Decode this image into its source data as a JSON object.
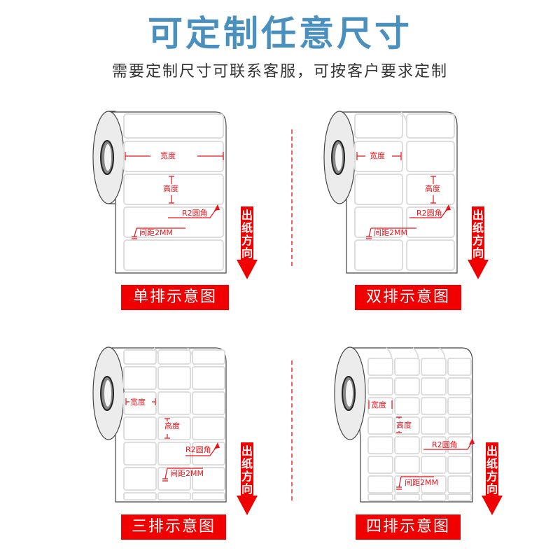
{
  "header": {
    "title": "可定制任意尺寸",
    "subtitle": "需要定制尺寸可联系客服，可按客户要求定制"
  },
  "colors": {
    "title": "#4a90bf",
    "accent_red": "#f00000",
    "annotation_red": "#e8141b",
    "divider": "#f06060"
  },
  "panels": [
    {
      "id": "single",
      "columns": 1,
      "caption": "单排示意图",
      "width_label": "宽度",
      "height_label": "高度",
      "corner_label": "R2圆角",
      "gap_label": "间距2MM",
      "direction_label": [
        "出",
        "纸",
        "方",
        "向"
      ]
    },
    {
      "id": "double",
      "columns": 2,
      "caption": "双排示意图",
      "width_label": "宽度",
      "height_label": "高度",
      "corner_label": "R2圆角",
      "gap_label": "间距2MM",
      "direction_label": [
        "出",
        "纸",
        "方",
        "向"
      ]
    },
    {
      "id": "triple",
      "columns": 3,
      "caption": "三排示意图",
      "width_label": "宽度",
      "height_label": "高度",
      "corner_label": "R2圆角",
      "gap_label": "间距2MM",
      "direction_label": [
        "出",
        "纸",
        "方",
        "向"
      ]
    },
    {
      "id": "quad",
      "columns": 4,
      "caption": "四排示意图",
      "width_label": "宽度",
      "height_label": "高度",
      "corner_label": "R2圆角",
      "gap_label": "间距2MM",
      "direction_label": [
        "出",
        "纸",
        "方",
        "向"
      ]
    }
  ]
}
